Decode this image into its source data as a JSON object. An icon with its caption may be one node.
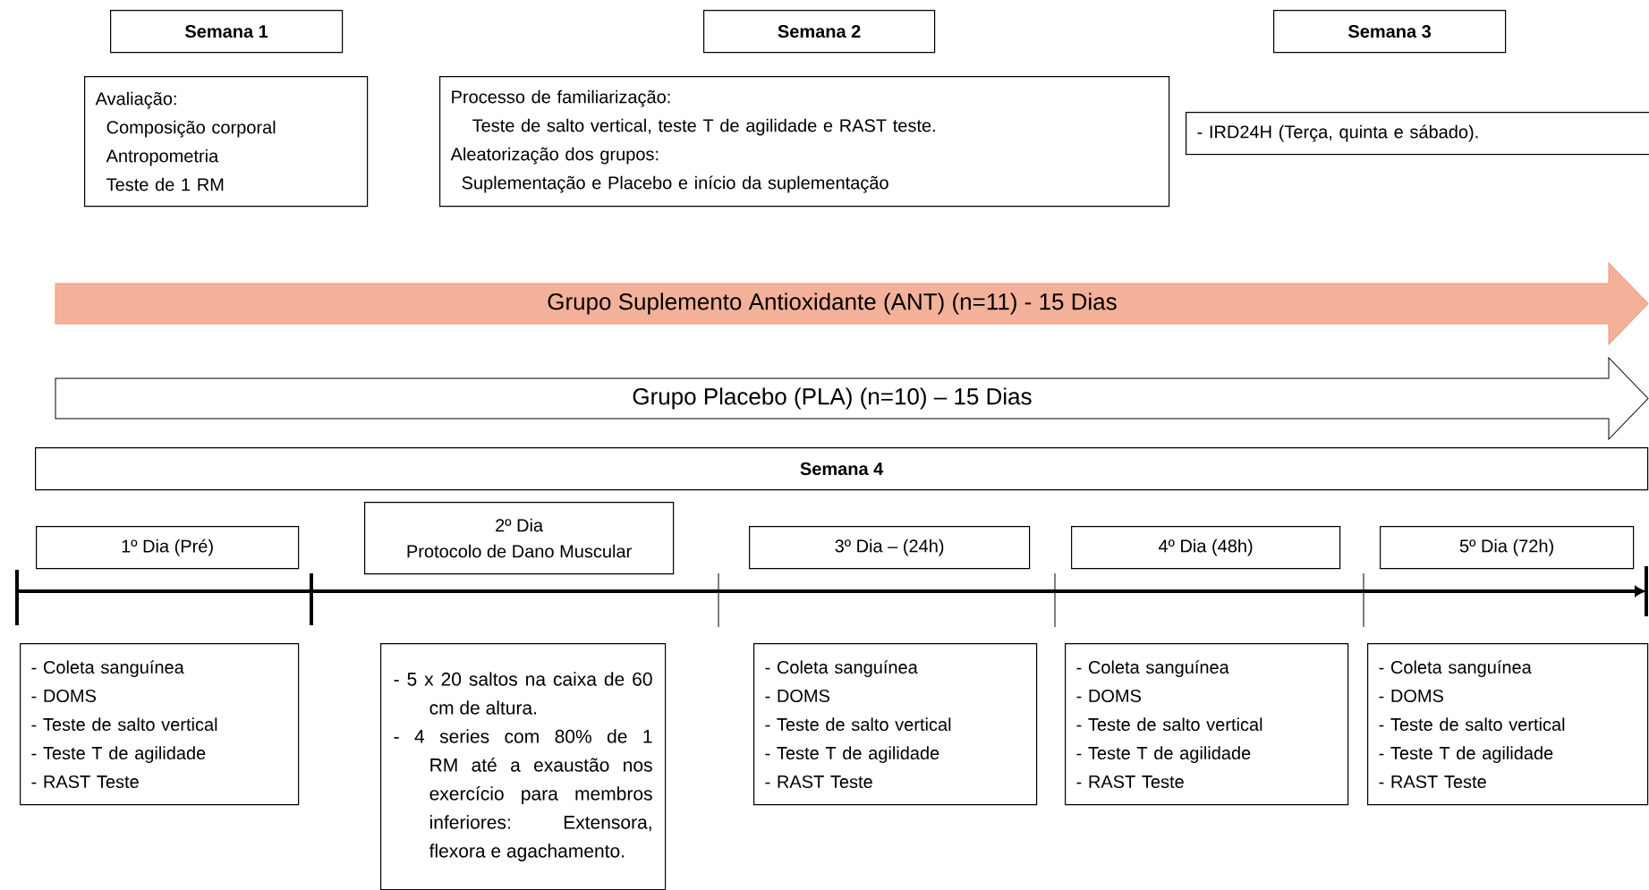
{
  "diagram": {
    "nodes": [
      {
        "text": [
          "Semana 1"
        ]
      },
      {
        "text": [
          "Semana 2"
        ]
      },
      {
        "text": [
          "Semana 3"
        ]
      },
      {
        "text": [
          "Avaliação:",
          "Composição corporal",
          "Antropometria",
          "Teste de 1 RM"
        ]
      },
      {
        "text": [
          "Processo de familiarização:",
          "Teste de salto vertical, teste T de agilidade e RAST teste.",
          "Aleatorização dos grupos:",
          "Suplementação e Placebo e início da suplementação"
        ]
      },
      {
        "text": [
          "- IRD24H (Terça, quinta e sábado)."
        ]
      },
      {
        "text": [
          "Grupo Suplemento Antioxidante (ANT) (n=11)  -  15 Dias"
        ]
      },
      {
        "text": [
          "Grupo Placebo (PLA) (n=10) – 15 Dias"
        ]
      },
      {
        "text": [
          "Semana 4"
        ]
      },
      {
        "text": [
          "1º Dia (Pré)"
        ]
      },
      {
        "text": [
          "2º Dia",
          "Protocolo de Dano Muscular"
        ]
      },
      {
        "text": [
          "3º Dia – (24h)"
        ]
      },
      {
        "text": [
          "4º Dia (48h)"
        ]
      },
      {
        "text": [
          "5º Dia (72h)"
        ]
      },
      {
        "text": [
          "- Coleta sanguínea",
          "- DOMS",
          "- Teste de salto vertical",
          "- Teste T de agilidade",
          "- RAST Teste"
        ]
      },
      {
        "text": [
          "- 5 x 20 saltos na caixa de 60 cm de altura.",
          "- 4 series com 80% de 1 RM até a exaustão nos exercício para membros inferiores: Extensora, flexora e agachamento."
        ]
      },
      {
        "text": [
          "- Coleta sanguínea",
          "- DOMS",
          "- Teste de salto vertical",
          "- Teste T de agilidade",
          "- RAST Teste"
        ]
      },
      {
        "text": [
          "- Coleta sanguínea",
          "- DOMS",
          "- Teste de salto vertical",
          "- Teste T de agilidade",
          "- RAST Teste"
        ]
      },
      {
        "text": [
          "- Coleta sanguínea",
          "- DOMS",
          "- Teste de salto vertical",
          "- Teste T de agilidade",
          "- RAST Teste"
        ]
      }
    ]
  }
}
